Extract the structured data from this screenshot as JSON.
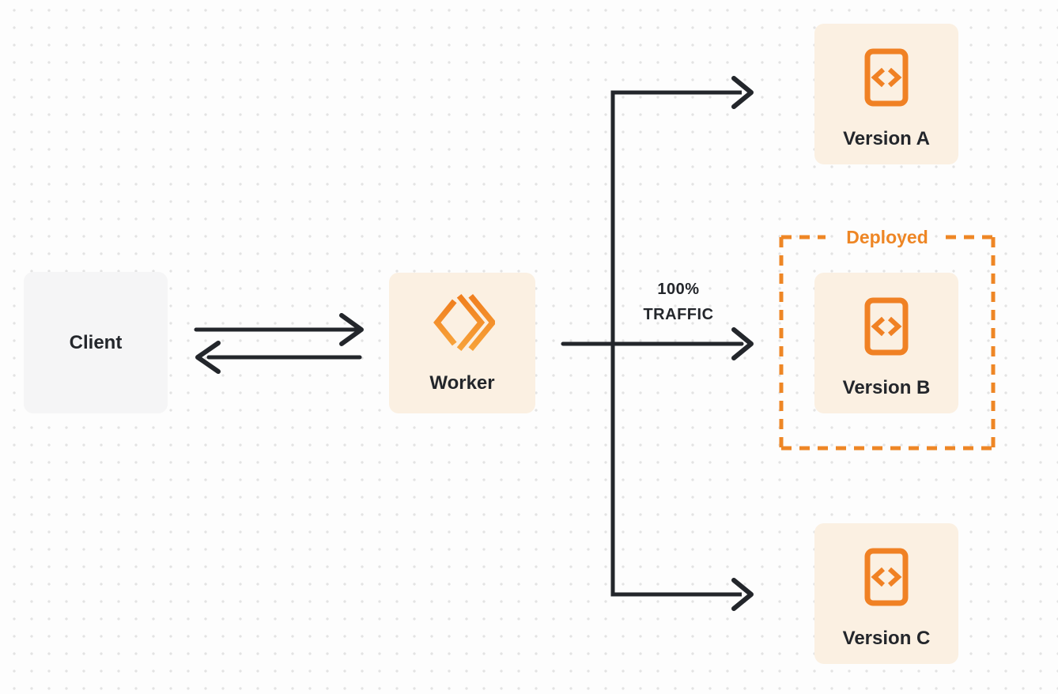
{
  "colors": {
    "background": "#FDFDFD",
    "dot_grid": "#E3E3E3",
    "arrow": "#23262B",
    "orange_accent": "#EE8625",
    "workers_orange": "#F48120",
    "node_fill_peach": "#FBF0E2",
    "node_fill_gray": "#F5F5F6",
    "label_text": "#23262B"
  },
  "nodes": {
    "client": {
      "label": "Client"
    },
    "worker": {
      "label": "Worker",
      "icon": "cloudflare-workers-logo-icon"
    },
    "versions": [
      {
        "label": "Version A",
        "icon": "code-file-icon",
        "deployed": false
      },
      {
        "label": "Version B",
        "icon": "code-file-icon",
        "deployed": true
      },
      {
        "label": "Version C",
        "icon": "code-file-icon",
        "deployed": false
      }
    ]
  },
  "annotations": {
    "deployed_label": "Deployed",
    "traffic_line1": "100%",
    "traffic_line2": "TRAFFIC"
  },
  "edges": [
    {
      "from": "client",
      "to": "worker",
      "type": "request-arrow"
    },
    {
      "from": "worker",
      "to": "client",
      "type": "response-arrow"
    },
    {
      "from": "worker",
      "to": "version_a",
      "type": "branch-arrow"
    },
    {
      "from": "worker",
      "to": "version_b",
      "type": "branch-arrow",
      "label": "100% TRAFFIC"
    },
    {
      "from": "worker",
      "to": "version_c",
      "type": "branch-arrow"
    }
  ]
}
